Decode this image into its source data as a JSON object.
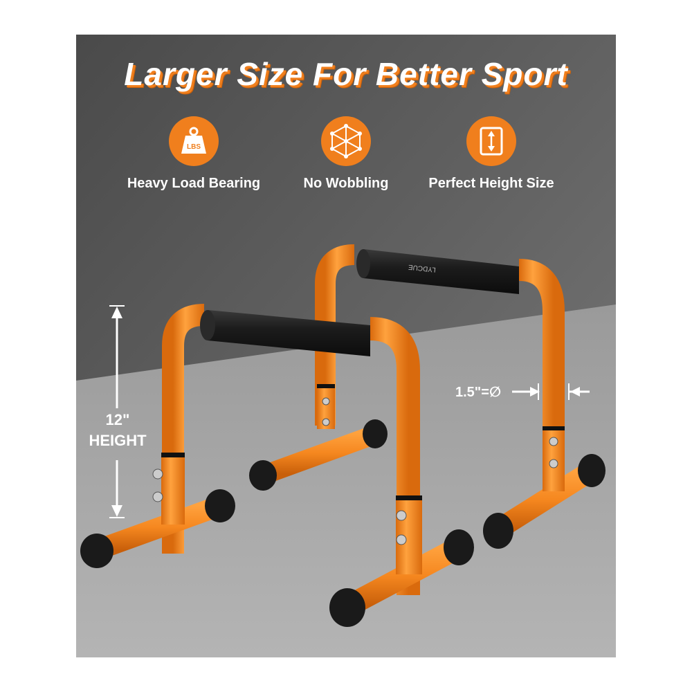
{
  "headline": "Larger Size For Better Sport",
  "features": [
    {
      "icon": "weight-lbs-icon",
      "label": "Heavy Load Bearing",
      "icon_text": "LBS"
    },
    {
      "icon": "cube-network-icon",
      "label": "No Wobbling"
    },
    {
      "icon": "height-arrow-icon",
      "label": "Perfect Height Size"
    }
  ],
  "measurements": {
    "height_value": "12\"",
    "height_label": "HEIGHT",
    "diameter_label": "1.5\"=∅"
  },
  "brand_mark": "LYDCUE",
  "colors": {
    "accent": "#f07f1d",
    "tube": "#f5871f",
    "background": "#5e5e5e",
    "foam": "#1c1c1c"
  }
}
